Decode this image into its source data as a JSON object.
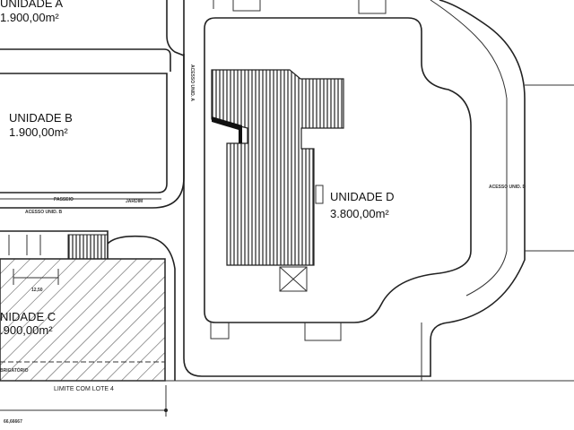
{
  "units": {
    "a": {
      "name": "UNIDADE A",
      "area": "1.900,00m²"
    },
    "b": {
      "name": "UNIDADE B",
      "area": "1.900,00m²"
    },
    "c": {
      "name": "NIDADE C",
      "area": ".900,00m²"
    },
    "d": {
      "name": "UNIDADE D",
      "area": "3.800,00m²"
    }
  },
  "labels": {
    "limite": "LIMITE COM LOTE 4",
    "dimension_total": "66,66667",
    "dimension_small": "12,50",
    "obrigatorio": "BRIGATÓRIO",
    "acesso_a": "ACESSO UNID. A",
    "acesso_b": "ACESSO UNID. B",
    "acesso_d": "ACESSO UNID. D",
    "passeio": "PASSEIO",
    "jardim": "JARDIM"
  }
}
